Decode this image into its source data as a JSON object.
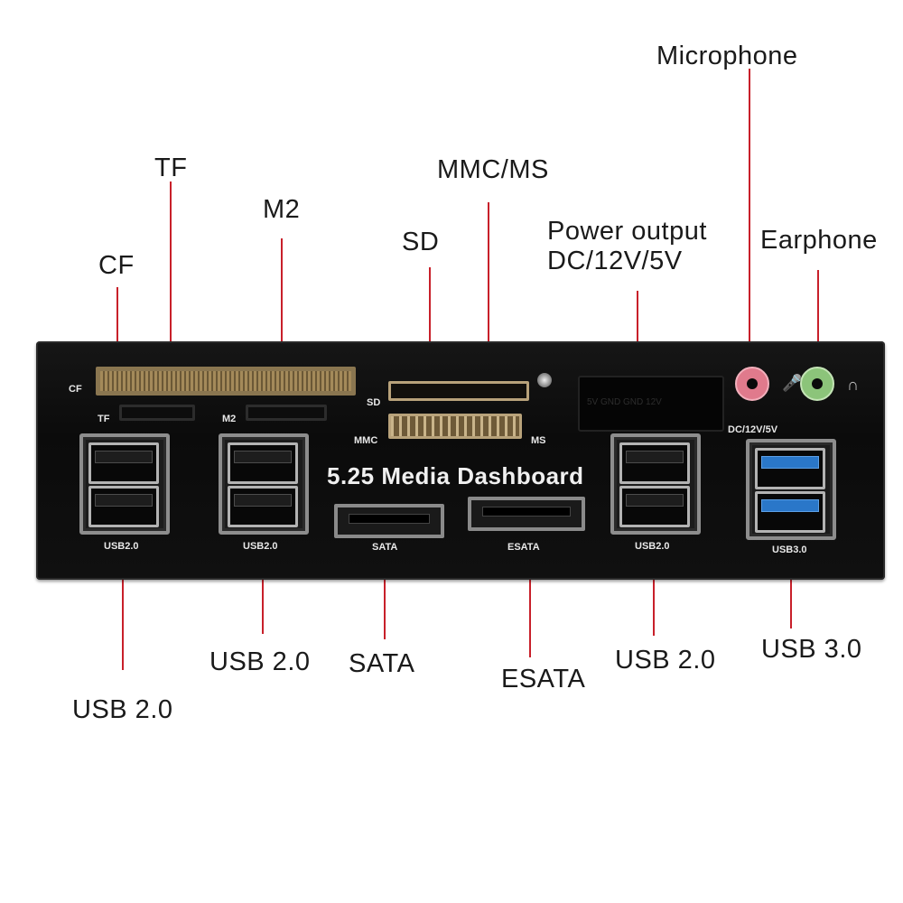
{
  "callouts": {
    "microphone": "Microphone",
    "tf": "TF",
    "mmc_ms": "MMC/MS",
    "m2": "M2",
    "power_line1": "Power output",
    "power_line2": "DC/12V/5V",
    "sd": "SD",
    "earphone": "Earphone",
    "cf": "CF",
    "usb20_left_top": "USB 2.0",
    "sata": "SATA",
    "usb20_right": "USB 2.0",
    "usb30": "USB 3.0",
    "esata": "ESATA",
    "usb20_left_bottom": "USB 2.0"
  },
  "panel": {
    "title": "5.25 Media Dashboard",
    "cf": "CF",
    "tf": "TF",
    "m2": "M2",
    "sd": "SD",
    "mmc": "MMC",
    "ms": "MS",
    "dc": "DC/12V/5V",
    "usb1": "USB2.0",
    "usb2": "USB2.0",
    "sata": "SATA",
    "esata": "ESATA",
    "usb3": "USB2.0",
    "usb4": "USB3.0",
    "power_block": "5V GND GND 12V"
  },
  "colors": {
    "leader": "#c8202a",
    "mic_jack": "#e07a8c",
    "earphone_jack": "#8cc47a",
    "usb3_blue": "#2a77c9"
  },
  "icons": [
    "microphone-icon",
    "headphone-icon"
  ]
}
